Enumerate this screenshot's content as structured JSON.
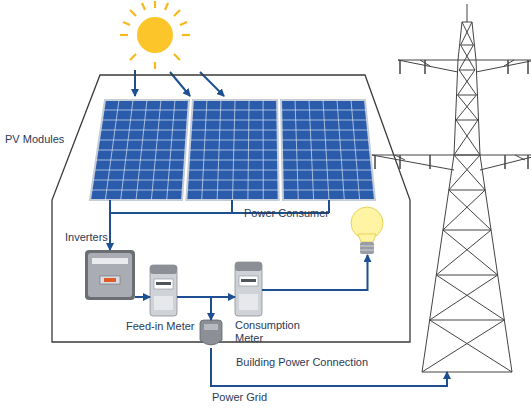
{
  "diagram": {
    "nodes": [
      {
        "text": [
          "PV Modules"
        ]
      },
      {
        "text": [
          "Inverters"
        ]
      },
      {
        "text": [
          "Feed-in Meter"
        ]
      },
      {
        "text": [
          "Consumption Meter"
        ]
      },
      {
        "text": [
          "Power Consumer"
        ]
      },
      {
        "text": [
          "Building Power Connection"
        ]
      },
      {
        "text": [
          "Power Grid"
        ]
      }
    ],
    "edges": [
      {
        "from": 0,
        "to": 1,
        "arrow": "to"
      },
      {
        "from": 1,
        "to": 2,
        "arrow": "to"
      },
      {
        "from": 2,
        "to": 3,
        "arrow": "to"
      },
      {
        "from": 3,
        "to": 4,
        "arrow": "to"
      },
      {
        "from": 2,
        "to": 5,
        "arrow": "to"
      },
      {
        "from": 5,
        "to": 6,
        "arrow": "to"
      }
    ]
  }
}
